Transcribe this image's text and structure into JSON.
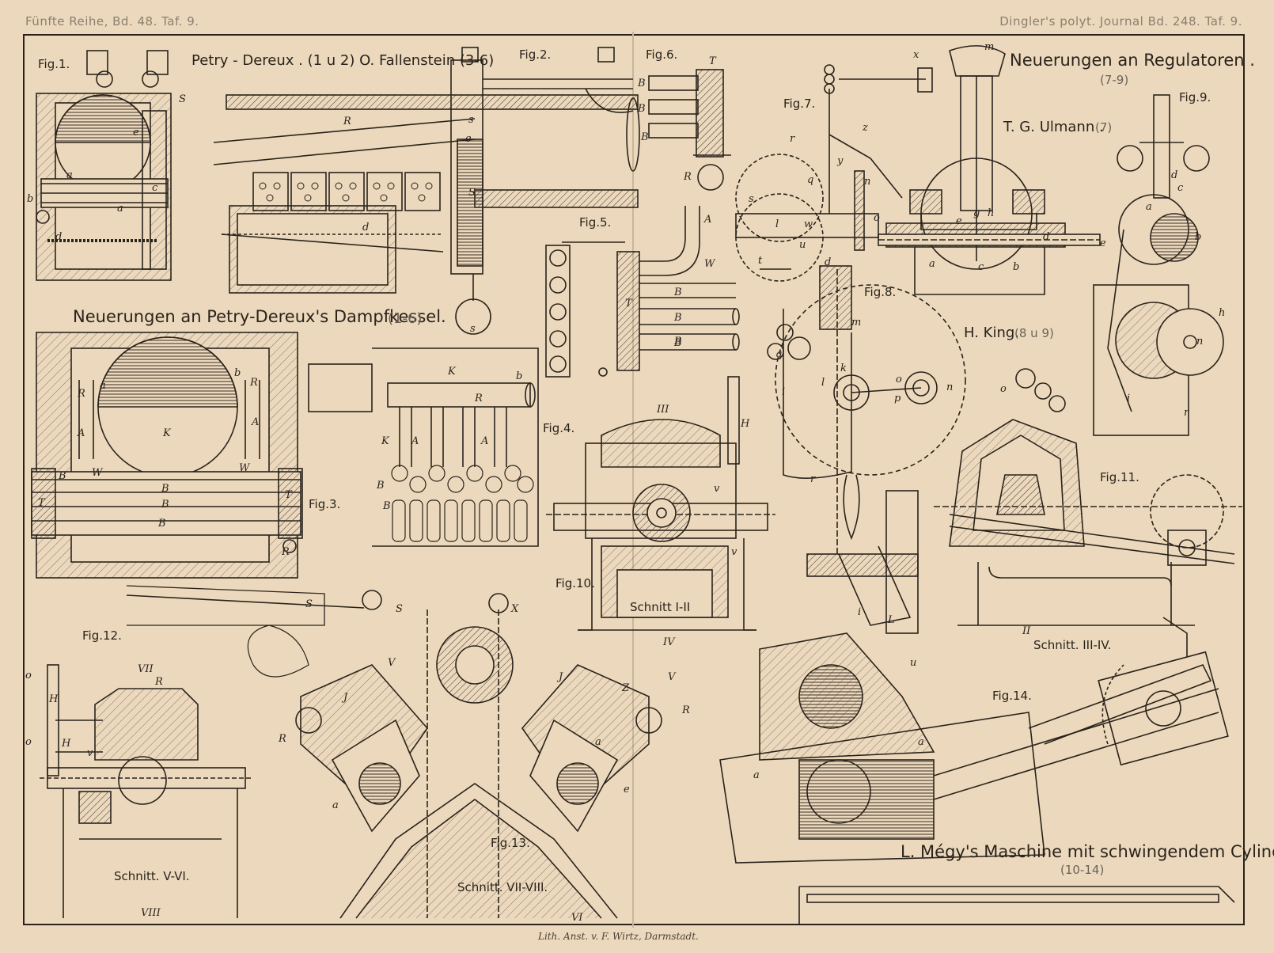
{
  "header": {
    "left": "Fünfte Reihe, Bd. 48. Taf. 9.",
    "right": "Dingler's polyt. Journal Bd. 248. Taf. 9."
  },
  "titles": {
    "petry_authors": "Petry - Dereux . (1 u 2) O. Fallenstein (3-6)",
    "petry_main": "Neuerungen an Petry-Dereux's Dampfkessel.",
    "petry_range": "(1-6)",
    "regulatoren_main": "Neuerungen an Regulatoren .",
    "regulatoren_range": "(7-9)",
    "ulmann": "T. G. Ulmann .",
    "ulmann_range": "(7)",
    "king": "H. King.",
    "king_range": "(8 u 9)",
    "megy_main": "L. Mégy's Maschine mit schwingendem Cylinder.",
    "megy_range": "(10-14)"
  },
  "figures": {
    "fig1": "Fig.1.",
    "fig2": "Fig.2.",
    "fig3": "Fig.3.",
    "fig4": "Fig.4.",
    "fig5": "Fig.5.",
    "fig6": "Fig.6.",
    "fig7": "Fig.7.",
    "fig8": "Fig.8.",
    "fig9": "Fig.9.",
    "fig10": "Fig.10.",
    "fig11": "Fig.11.",
    "fig12": "Fig.12.",
    "fig13": "Fig.13.",
    "fig14": "Fig.14."
  },
  "sections": {
    "s1_2": "Schnitt I-II",
    "s3_4": "Schnitt. III-IV.",
    "s5_6": "Schnitt. V-VI.",
    "s7_8": "Schnitt. VII-VIII."
  },
  "letters": {
    "fig1": [
      "S",
      "a",
      "a",
      "b",
      "c",
      "d",
      "e"
    ],
    "fig2": [
      "R",
      "s",
      "e",
      "S",
      "d",
      "s"
    ],
    "fig3": [
      "K",
      "a",
      "b",
      "R",
      "R",
      "A",
      "A",
      "W",
      "W",
      "B",
      "B",
      "B",
      "B",
      "T",
      "T",
      "R"
    ],
    "fig4": [
      "K",
      "b",
      "R",
      "K",
      "A",
      "A",
      "B",
      "B"
    ],
    "fig5": [
      "A",
      "W",
      "B",
      "T",
      "B",
      "B",
      "B"
    ],
    "fig6": [
      "T",
      "B",
      "B",
      "B",
      "R"
    ],
    "fig7": [
      "m",
      "x",
      "z",
      "y",
      "r",
      "q",
      "n",
      "s",
      "w",
      "o",
      "t",
      "l",
      "u",
      "e",
      "g",
      "h",
      "d",
      "a",
      "b",
      "c",
      "e"
    ],
    "fig8": [
      "d",
      "m",
      "q",
      "k",
      "i",
      "l",
      "p",
      "o",
      "n",
      "r"
    ],
    "fig9": [
      "d",
      "c",
      "a",
      "b",
      "h",
      "n",
      "r",
      "i"
    ],
    "fig10": [
      "III",
      "H",
      "v",
      "v"
    ],
    "fig11": [
      "o",
      "II"
    ],
    "fig12": [
      "VII",
      "R",
      "o",
      "H",
      "H",
      "o",
      "v",
      "VIII"
    ],
    "fig13": [
      "S",
      "S",
      "X",
      "IV",
      "V",
      "J",
      "Z",
      "J",
      "V",
      "R",
      "R",
      "a",
      "a",
      "e",
      "VI"
    ],
    "fig14": [
      "L",
      "i",
      "u",
      "a",
      "a"
    ]
  },
  "imprint": "Lith. Anst. v. F. Wirtz, Darmstadt."
}
